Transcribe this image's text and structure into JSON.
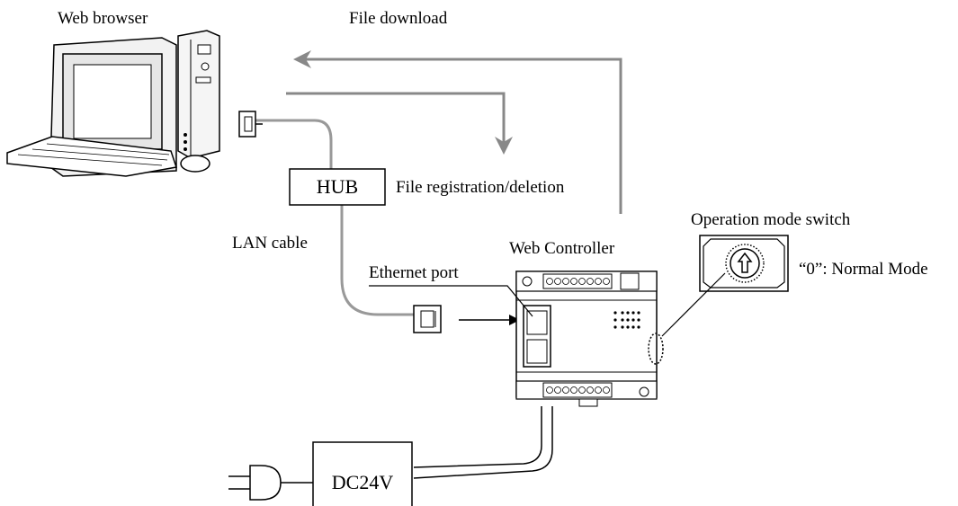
{
  "labels": {
    "web_browser": "Web browser",
    "file_download": "File download",
    "file_registration": "File registration/deletion",
    "hub": "HUB",
    "lan_cable": "LAN cable",
    "web_controller": "Web Controller",
    "ethernet_port": "Ethernet port",
    "operation_mode_switch": "Operation mode switch",
    "normal_mode": "“0”: Normal Mode",
    "power": "DC24V"
  },
  "colors": {
    "arrow_gray": "#888888",
    "cable_gray": "#999999",
    "line": "#000000"
  }
}
